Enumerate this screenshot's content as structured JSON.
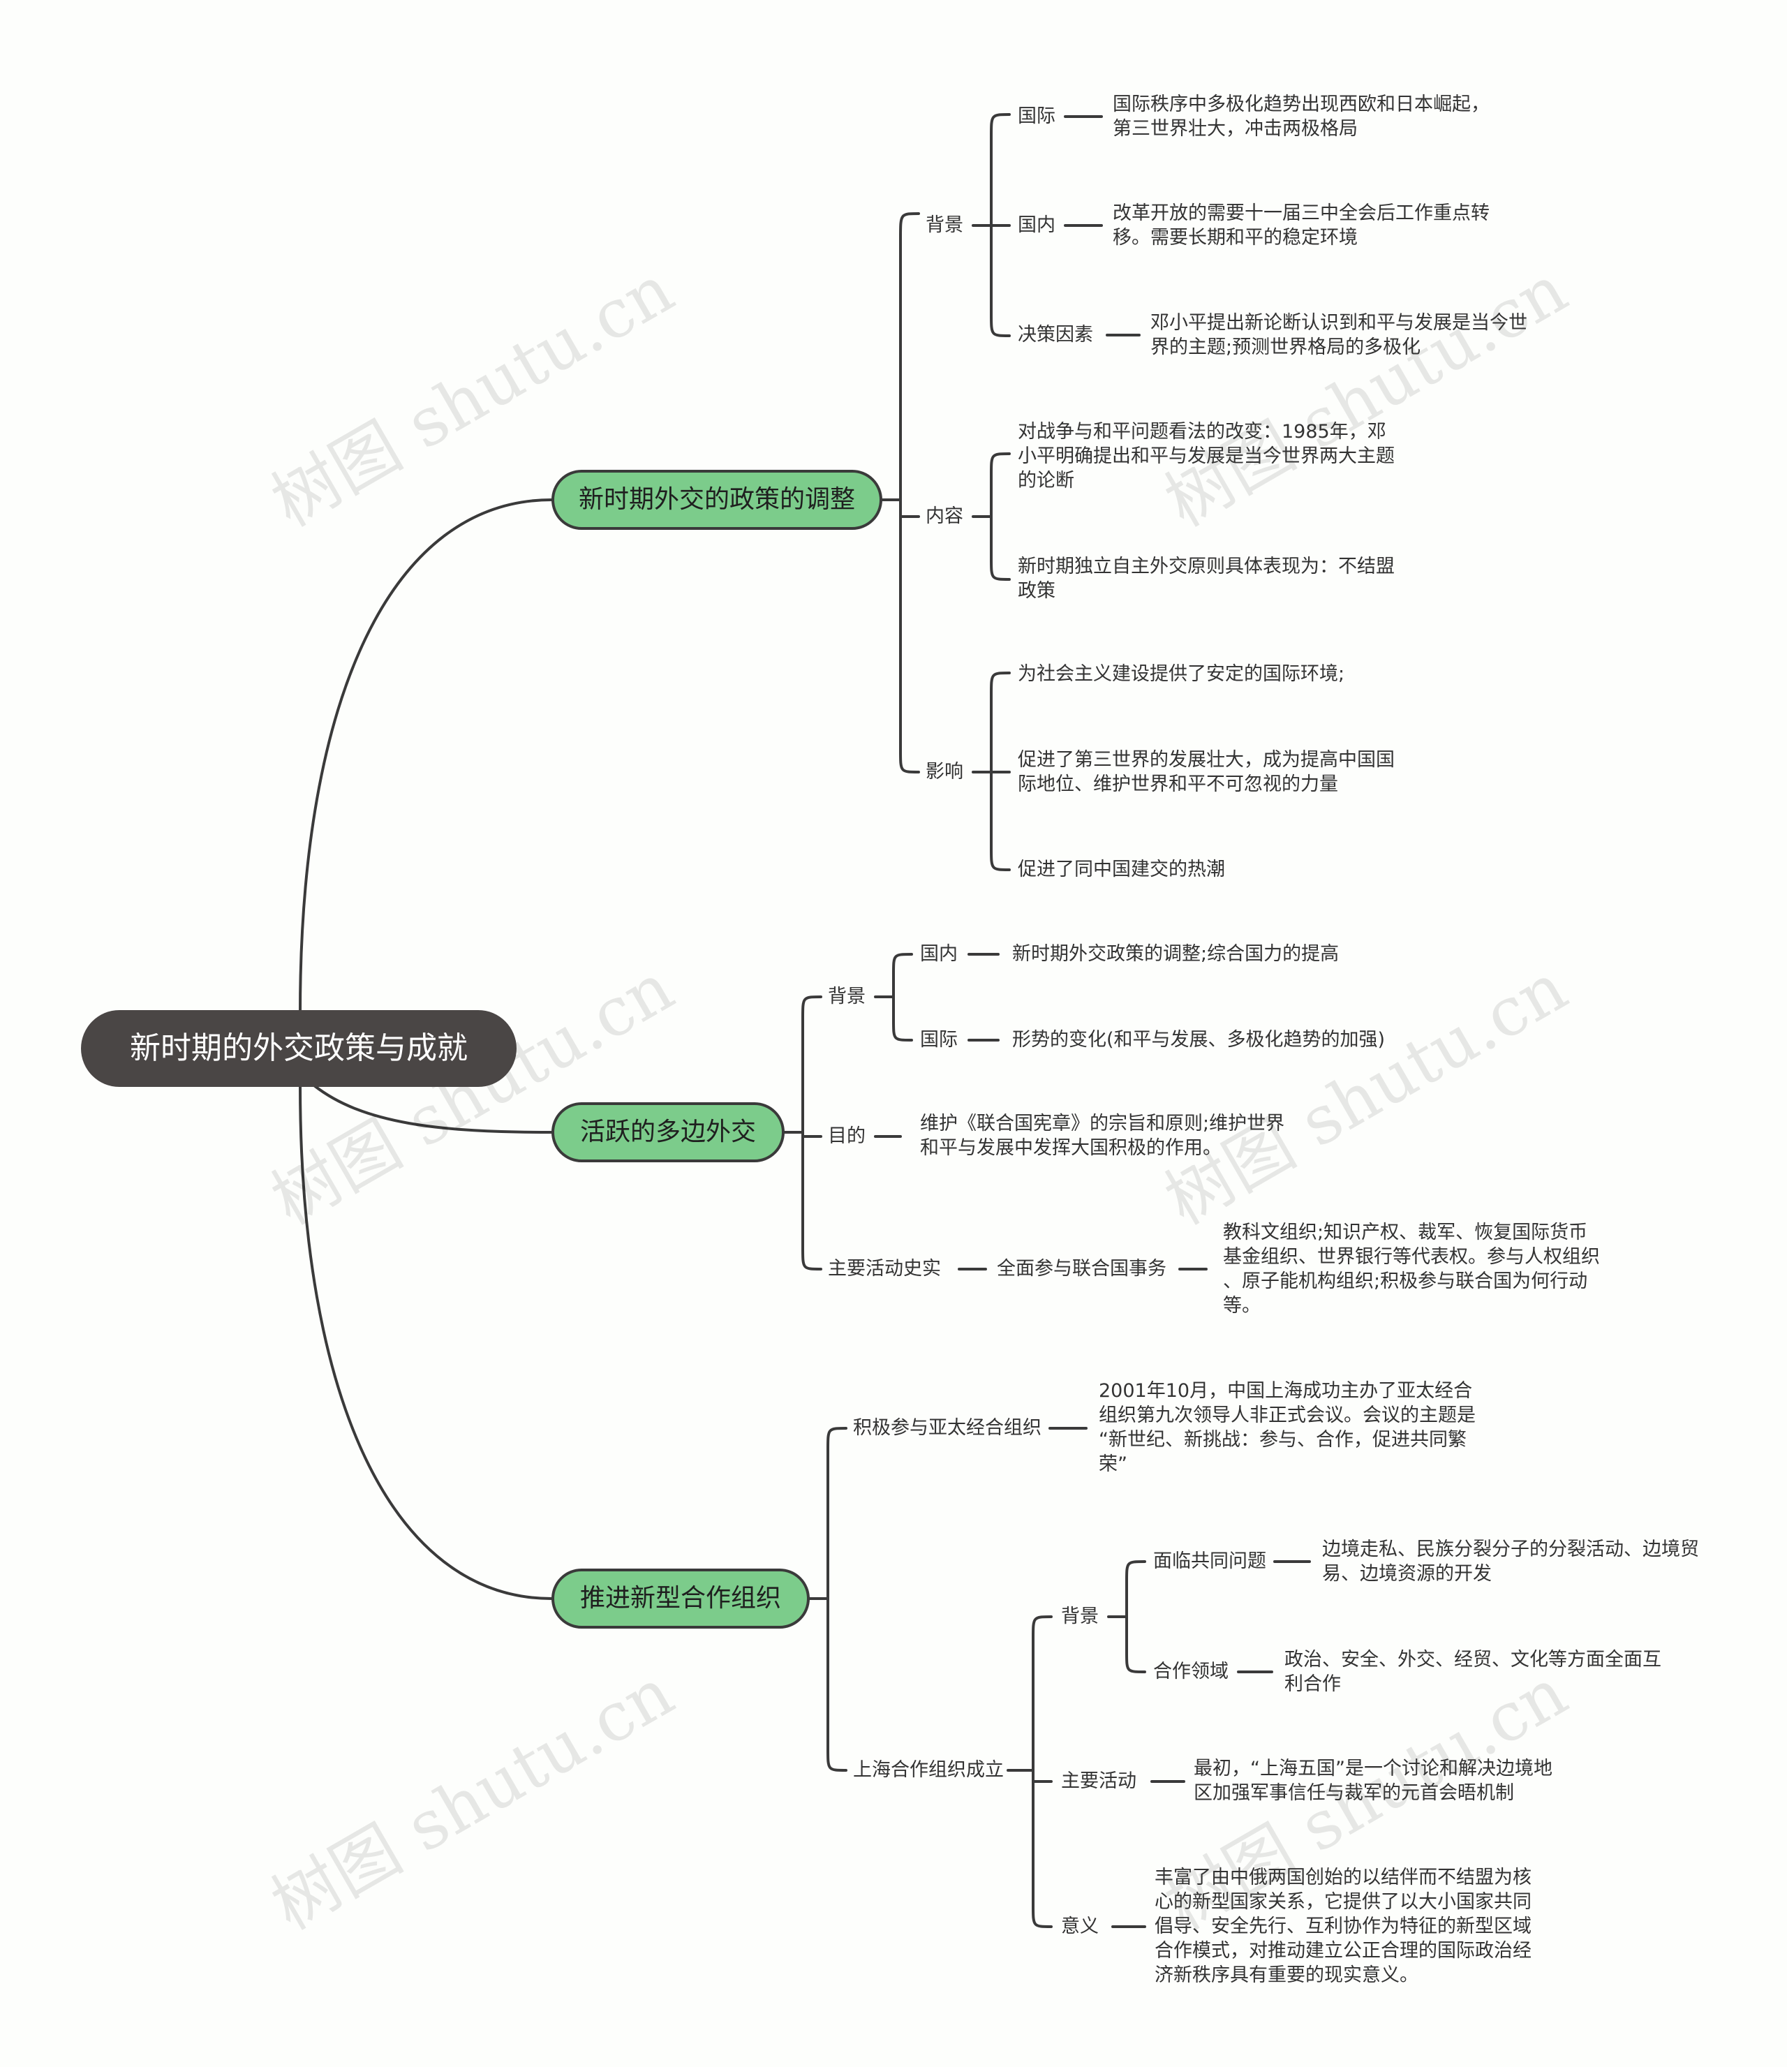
{
  "watermark": "树图 shutu.cn",
  "root": {
    "label": "新时期的外交政策与成就"
  },
  "branch1": {
    "label": "新时期外交的政策的调整",
    "background": {
      "label": "背景",
      "intl_label": "国际",
      "intl_text": "国际秩序中多极化趋势出现西欧和日本崛起，\n第三世界壮大，冲击两极格局",
      "domestic_label": "国内",
      "domestic_text": "改革开放的需要十一届三中全会后工作重点转\n移。需要长期和平的稳定环境",
      "decision_label": "决策因素",
      "decision_text": "邓小平提出新论断认识到和平与发展是当今世\n界的主题;预测世界格局的多极化"
    },
    "content": {
      "label": "内容",
      "item1": "对战争与和平问题看法的改变：1985年，邓\n小平明确提出和平与发展是当今世界两大主题\n的论断",
      "item2": "新时期独立自主外交原则具体表现为：不结盟\n政策"
    },
    "impact": {
      "label": "影响",
      "item1": "为社会主义建设提供了安定的国际环境;",
      "item2": "促进了第三世界的发展壮大，成为提高中国国\n际地位、维护世界和平不可忽视的力量",
      "item3": "促进了同中国建交的热潮"
    }
  },
  "branch2": {
    "label": "活跃的多边外交",
    "background": {
      "label": "背景",
      "domestic_label": "国内",
      "domestic_text": "新时期外交政策的调整;综合国力的提高",
      "intl_label": "国际",
      "intl_text": "形势的变化(和平与发展、多极化趋势的加强)"
    },
    "purpose": {
      "label": "目的",
      "text": "维护《联合国宪章》的宗旨和原则;维护世界\n和平与发展中发挥大国积极的作用。"
    },
    "activities": {
      "label": "主要活动史实",
      "sub_label": "全面参与联合国事务",
      "text": "教科文组织;知识产权、裁军、恢复国际货币\n基金组织、世界银行等代表权。参与人权组织\n、原子能机构组织;积极参与联合国为何行动\n等。"
    }
  },
  "branch3": {
    "label": "推进新型合作组织",
    "apec": {
      "label": "积极参与亚太经合组织",
      "text": "2001年10月，中国上海成功主办了亚太经合\n组织第九次领导人非正式会议。会议的主题是\n“新世纪、新挑战：参与、合作，促进共同繁\n荣”"
    },
    "sco": {
      "label": "上海合作组织成立",
      "background_label": "背景",
      "problems_label": "面临共同问题",
      "problems_text": "边境走私、民族分裂分子的分裂活动、边境贸\n易、边境资源的开发",
      "fields_label": "合作领域",
      "fields_text": "政治、安全、外交、经贸、文化等方面全面互\n利合作",
      "activities_label": "主要活动",
      "activities_text": "最初，“上海五国”是一个讨论和解决边境地\n区加强军事信任与裁军的元首会晤机制",
      "significance_label": "意义",
      "significance_text": "丰富了由中俄两国创始的以结伴而不结盟为核\n心的新型国家关系，它提供了以大小国家共同\n倡导、安全先行、互利协作为特征的新型区域\n合作模式，对推动建立公正合理的国际政治经\n济新秩序具有重要的现实意义。"
    }
  },
  "colors": {
    "root": "#4a4645",
    "main_fill": "#7ccc8b",
    "line": "#3a3a3a",
    "background": "#fdfefc"
  }
}
